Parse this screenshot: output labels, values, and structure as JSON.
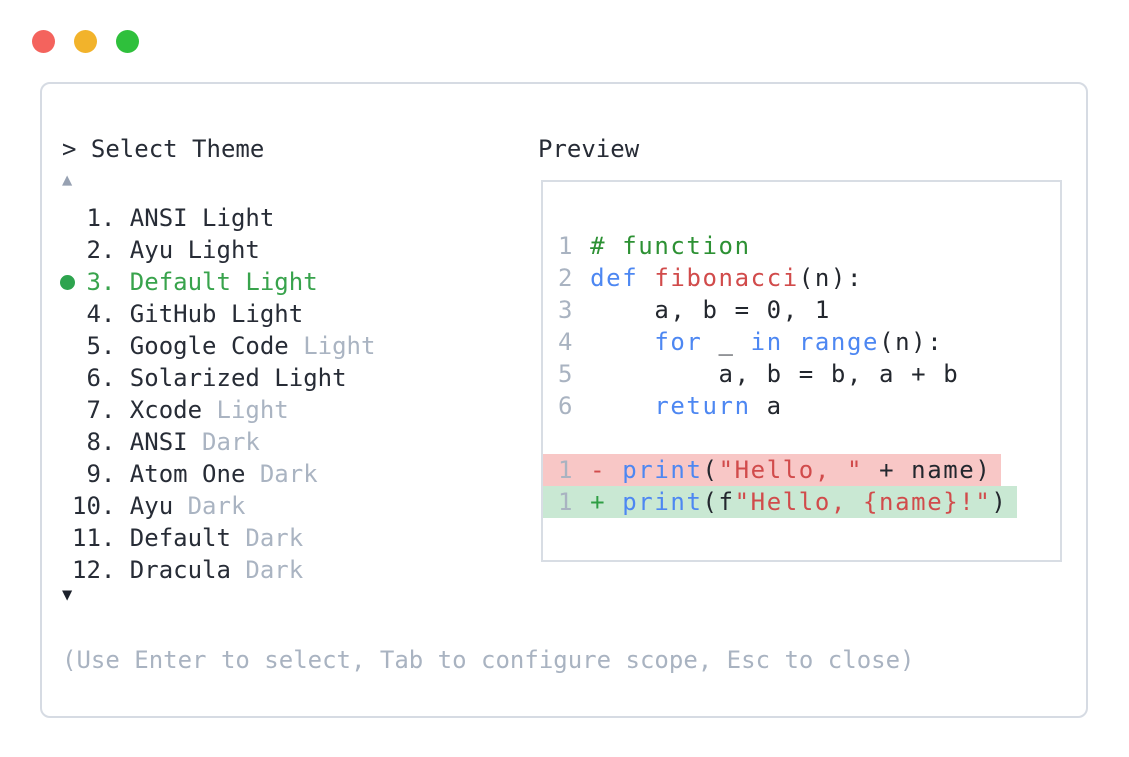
{
  "window": {
    "traffic_lights": [
      {
        "name": "close",
        "color": "#f4635d"
      },
      {
        "name": "minimize",
        "color": "#f2b32b"
      },
      {
        "name": "zoom",
        "color": "#2fc03c"
      }
    ]
  },
  "prompt": {
    "text": "> Select Theme"
  },
  "scroll_up_indicator": "▲",
  "scroll_down_indicator": "▼",
  "theme_list": {
    "selected_color": "#38a34c",
    "muted_color": "#aab4c2",
    "items": [
      {
        "number": "1",
        "selected": false,
        "parts": [
          {
            "text": "ANSI Light",
            "muted": false
          }
        ]
      },
      {
        "number": "2",
        "selected": false,
        "parts": [
          {
            "text": "Ayu Light",
            "muted": false
          }
        ]
      },
      {
        "number": "3",
        "selected": true,
        "parts": [
          {
            "text": "Default Light",
            "muted": false
          }
        ]
      },
      {
        "number": "4",
        "selected": false,
        "parts": [
          {
            "text": "GitHub Light",
            "muted": false
          }
        ]
      },
      {
        "number": "5",
        "selected": false,
        "parts": [
          {
            "text": "Google Code ",
            "muted": false
          },
          {
            "text": "Light",
            "muted": true
          }
        ]
      },
      {
        "number": "6",
        "selected": false,
        "parts": [
          {
            "text": "Solarized Light",
            "muted": false
          }
        ]
      },
      {
        "number": "7",
        "selected": false,
        "parts": [
          {
            "text": "Xcode ",
            "muted": false
          },
          {
            "text": "Light",
            "muted": true
          }
        ]
      },
      {
        "number": "8",
        "selected": false,
        "parts": [
          {
            "text": "ANSI ",
            "muted": false
          },
          {
            "text": "Dark",
            "muted": true
          }
        ]
      },
      {
        "number": "9",
        "selected": false,
        "parts": [
          {
            "text": "Atom One ",
            "muted": false
          },
          {
            "text": "Dark",
            "muted": true
          }
        ]
      },
      {
        "number": "10",
        "selected": false,
        "parts": [
          {
            "text": "Ayu ",
            "muted": false
          },
          {
            "text": "Dark",
            "muted": true
          }
        ]
      },
      {
        "number": "11",
        "selected": false,
        "parts": [
          {
            "text": "Default ",
            "muted": false
          },
          {
            "text": "Dark",
            "muted": true
          }
        ]
      },
      {
        "number": "12",
        "selected": false,
        "parts": [
          {
            "text": "Dracula ",
            "muted": false
          },
          {
            "text": "Dark",
            "muted": true
          }
        ]
      }
    ]
  },
  "preview": {
    "title": "Preview",
    "syntax_colors": {
      "keyword": "#4d87f2",
      "function_name": "#d14b4b",
      "string": "#d14b4b",
      "comment": "#2d9134",
      "plain": "#23272e",
      "line_number": "#a9b3c1",
      "diff_removed_bg": "#f8c7c6",
      "diff_added_bg": "#c9e8d3"
    },
    "code_lines": [
      {
        "num": "1",
        "tokens": [
          {
            "t": "# function",
            "c": "comment"
          }
        ]
      },
      {
        "num": "2",
        "tokens": [
          {
            "t": "def",
            "c": "kw"
          },
          {
            "t": " ",
            "c": "plain"
          },
          {
            "t": "fibonacci",
            "c": "fn"
          },
          {
            "t": "(n):",
            "c": "plain"
          }
        ]
      },
      {
        "num": "3",
        "tokens": [
          {
            "t": "    a, b = 0, 1",
            "c": "plain"
          }
        ]
      },
      {
        "num": "4",
        "tokens": [
          {
            "t": "    ",
            "c": "plain"
          },
          {
            "t": "for",
            "c": "kw"
          },
          {
            "t": " _ ",
            "c": "plain"
          },
          {
            "t": "in",
            "c": "kw"
          },
          {
            "t": " ",
            "c": "plain"
          },
          {
            "t": "range",
            "c": "kw"
          },
          {
            "t": "(n):",
            "c": "plain"
          }
        ]
      },
      {
        "num": "5",
        "tokens": [
          {
            "t": "        a, b = b, a + b",
            "c": "plain"
          }
        ]
      },
      {
        "num": "6",
        "tokens": [
          {
            "t": "    ",
            "c": "plain"
          },
          {
            "t": "return",
            "c": "kw"
          },
          {
            "t": " a",
            "c": "plain"
          }
        ]
      },
      {
        "blank": true
      },
      {
        "num": "1",
        "diff": "removed",
        "sign": "-",
        "tokens": [
          {
            "t": "print",
            "c": "kw"
          },
          {
            "t": "(",
            "c": "plain"
          },
          {
            "t": "\"Hello, \"",
            "c": "str"
          },
          {
            "t": " + name)",
            "c": "plain"
          }
        ]
      },
      {
        "num": "1",
        "diff": "added",
        "sign": "+",
        "tokens": [
          {
            "t": "print",
            "c": "kw"
          },
          {
            "t": "(f",
            "c": "plain"
          },
          {
            "t": "\"Hello, {name}!\"",
            "c": "str"
          },
          {
            "t": ")",
            "c": "plain"
          }
        ]
      }
    ]
  },
  "footer": {
    "hint": "(Use Enter to select, Tab to configure scope, Esc to close)"
  }
}
